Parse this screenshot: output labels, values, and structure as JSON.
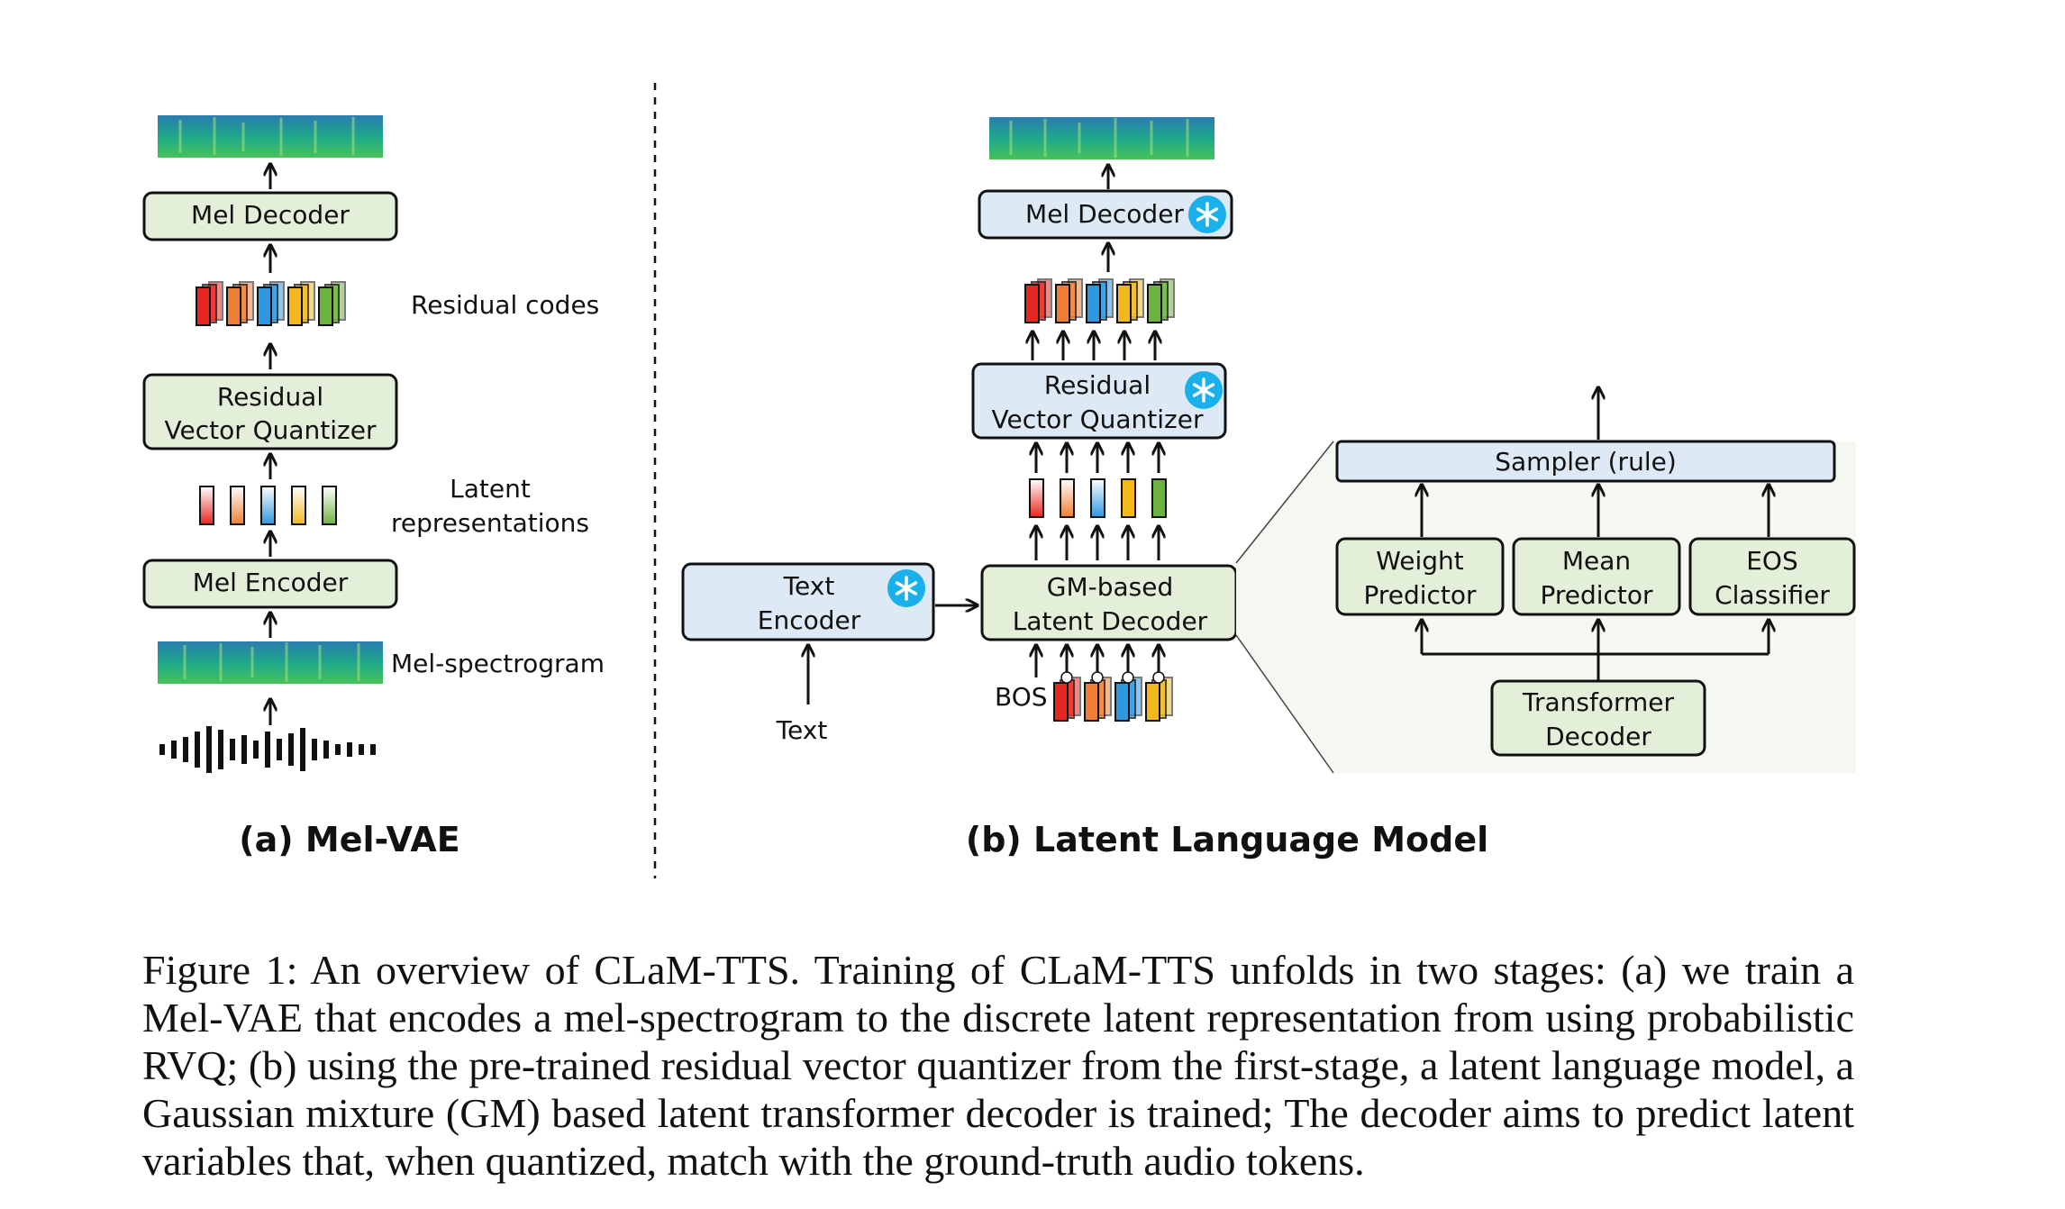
{
  "panel_a": {
    "caption": "(a) Mel-VAE",
    "mel_decoder": "Mel Decoder",
    "rvq_line1": "Residual",
    "rvq_line2": "Vector Quantizer",
    "mel_encoder": "Mel Encoder",
    "residual_codes": "Residual codes",
    "latent_line1": "Latent",
    "latent_line2": "representations",
    "mel_spectrogram": "Mel-spectrogram"
  },
  "panel_b": {
    "caption": "(b) Latent Language Model",
    "mel_decoder": "Mel Decoder",
    "rvq_line1": "Residual",
    "rvq_line2": "Vector Quantizer",
    "text_encoder_line1": "Text",
    "text_encoder_line2": "Encoder",
    "text_input": "Text",
    "gm_line1": "GM-based",
    "gm_line2": "Latent Decoder",
    "bos": "BOS",
    "sampler": "Sampler (rule)",
    "weight_line1": "Weight",
    "weight_line2": "Predictor",
    "mean_line1": "Mean",
    "mean_line2": "Predictor",
    "eos_line1": "EOS",
    "eos_line2": "Classifier",
    "transformer_line1": "Transformer",
    "transformer_line2": "Decoder"
  },
  "icons": {
    "frozen": "snowflake-icon"
  },
  "colors": {
    "green_box": "#e3efd9",
    "blue_box": "#dde9f5",
    "frozen_badge": "#1ab0ec",
    "code_colors": [
      "#e8261f",
      "#ef7d33",
      "#2d97e0",
      "#f4b81c",
      "#6db33f"
    ]
  },
  "caption": "Figure 1: An overview of CLaM-TTS. Training of CLaM-TTS unfolds in two stages: (a) we train a Mel-VAE that encodes a mel-spectrogram to the discrete latent representation from using probabilistic RVQ; (b) using the pre-trained residual vector quantizer from the first-stage, a latent language model, a Gaussian mixture (GM) based latent transformer decoder is trained; The decoder aims to predict latent variables that, when quantized, match with the ground-truth audio tokens."
}
